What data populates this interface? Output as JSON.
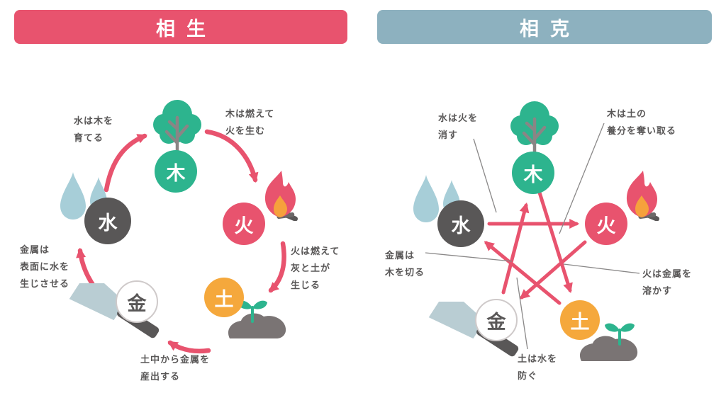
{
  "colors": {
    "pink": "#e8536e",
    "blue_gray": "#8db1bf",
    "teal": "#2db48e",
    "orange": "#f5a83c",
    "dark_gray": "#595757",
    "light_blue": "#a7ced8",
    "blade_blue": "#b9cdd3",
    "mound_gray": "#7a7474"
  },
  "elements": {
    "wood": "木",
    "fire": "火",
    "earth": "土",
    "metal": "金",
    "water": "水"
  },
  "panels": [
    {
      "title": "相生",
      "labels": [
        {
          "id": "water-grows-wood",
          "lines": [
            "水は木を",
            "育てる"
          ]
        },
        {
          "id": "wood-makes-fire",
          "lines": [
            "木は燃えて",
            "火を生む"
          ]
        },
        {
          "id": "fire-makes-earth",
          "lines": [
            "火は燃えて",
            "灰と土が",
            "生じる"
          ]
        },
        {
          "id": "earth-makes-metal",
          "lines": [
            "土中から金属を",
            "産出する"
          ]
        },
        {
          "id": "metal-makes-water",
          "lines": [
            "金属は",
            "表面に水を",
            "生じさせる"
          ]
        }
      ]
    },
    {
      "title": "相克",
      "labels": [
        {
          "id": "water-beats-fire",
          "lines": [
            "水は火を",
            "消す"
          ]
        },
        {
          "id": "wood-beats-earth",
          "lines": [
            "木は土の",
            "養分を奪い取る"
          ]
        },
        {
          "id": "metal-beats-wood",
          "lines": [
            "金属は",
            "木を切る"
          ]
        },
        {
          "id": "fire-beats-metal",
          "lines": [
            "火は金属を",
            "溶かす"
          ]
        },
        {
          "id": "earth-beats-water",
          "lines": [
            "土は水を",
            "防ぐ"
          ]
        }
      ]
    }
  ]
}
